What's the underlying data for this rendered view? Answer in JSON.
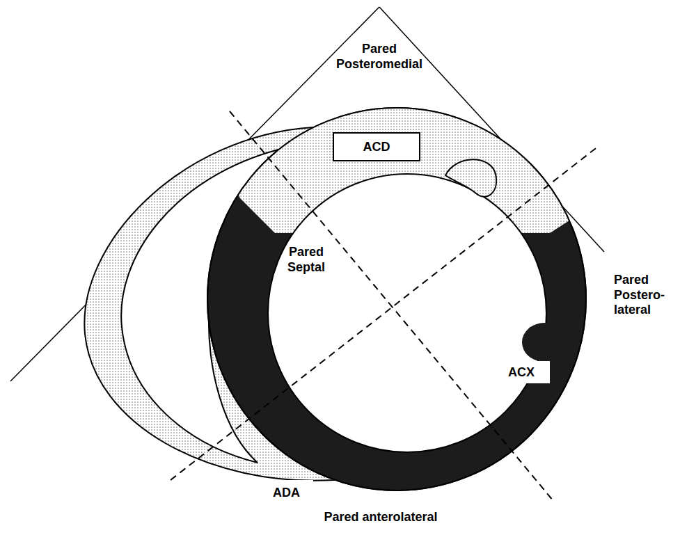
{
  "diagram": {
    "nodes": [
      {
        "text": [
          "ACD"
        ]
      },
      {
        "text": [
          "ACX"
        ]
      },
      {
        "text": [
          "ADA"
        ]
      }
    ],
    "labels": [
      "Pared Posteromedial",
      "Pared Septal",
      "Pared Postero- lateral",
      "Pared anterolateral"
    ]
  }
}
